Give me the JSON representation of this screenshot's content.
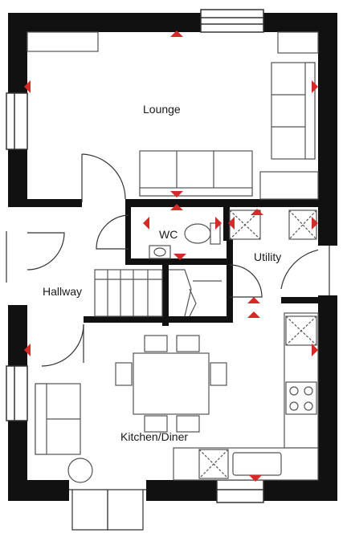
{
  "floorplan": {
    "rooms": {
      "lounge": "Lounge",
      "wc": "WC",
      "utility": "Utility",
      "hallway": "Hallway",
      "kitchen_diner": "Kitchen/Diner"
    },
    "colors": {
      "wall": "#111111",
      "marker": "#d42a2a",
      "line": "#333333",
      "furniture": "#555555",
      "background": "#ffffff"
    }
  }
}
